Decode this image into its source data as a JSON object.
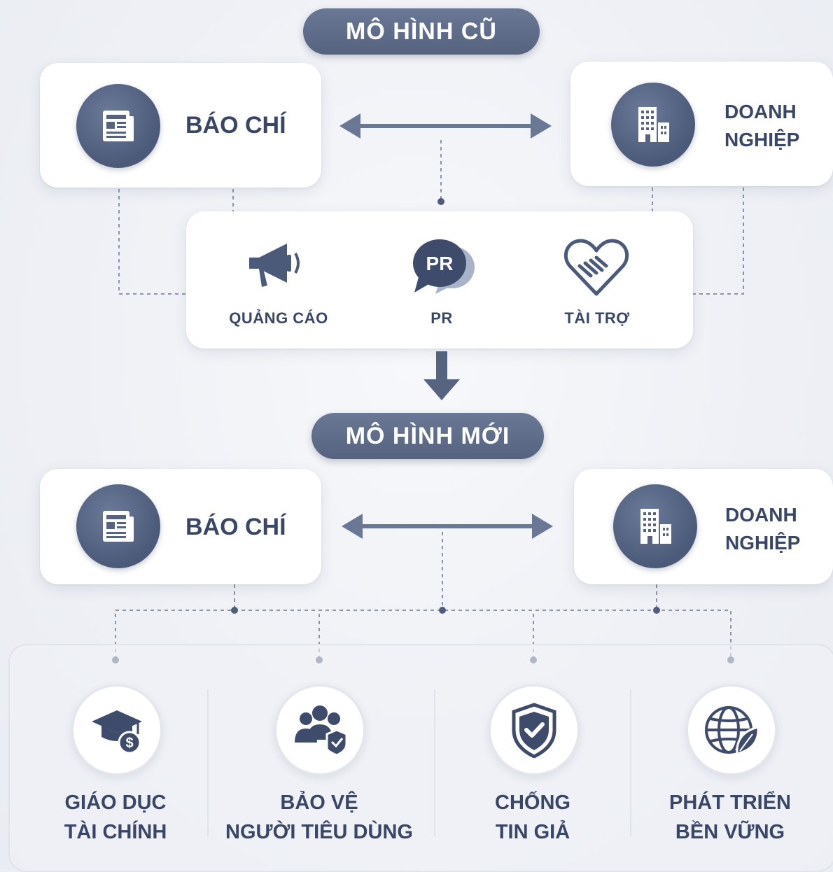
{
  "old_model": {
    "title": "MÔ HÌNH CŨ",
    "press": {
      "label": "BÁO CHÍ",
      "icon": "newspaper-icon"
    },
    "business": {
      "label_line1": "DOANH",
      "label_line2": "NGHIỆP",
      "icon": "building-icon"
    },
    "channels": [
      {
        "label": "QUẢNG CÁO",
        "icon": "megaphone-icon"
      },
      {
        "label": "PR",
        "icon": "pr-speech-bubble-icon",
        "icon_text": "PR"
      },
      {
        "label": "TÀI TRỢ",
        "icon": "handshake-heart-icon"
      }
    ]
  },
  "new_model": {
    "title": "MÔ HÌNH MỚI",
    "press": {
      "label": "BÁO CHÍ",
      "icon": "newspaper-icon"
    },
    "business": {
      "label_line1": "DOANH",
      "label_line2": "NGHIỆP",
      "icon": "building-icon"
    },
    "pillars": [
      {
        "line1": "GIÁO DỤC",
        "line2": "TÀI CHÍNH",
        "icon": "graduation-cap-dollar-icon"
      },
      {
        "line1": "BẢO VỆ",
        "line2": "NGƯỜI TIÊU DÙNG",
        "icon": "people-shield-icon"
      },
      {
        "line1": "CHỐNG",
        "line2": "TIN GIẢ",
        "icon": "shield-check-icon"
      },
      {
        "line1": "PHÁT TRIỂN",
        "line2": "BỀN VỮNG",
        "icon": "globe-leaf-icon"
      }
    ]
  },
  "colors": {
    "primary": "#55637f",
    "text": "#3a4666",
    "connector": "#6a7896",
    "background": "#eef0f5"
  }
}
